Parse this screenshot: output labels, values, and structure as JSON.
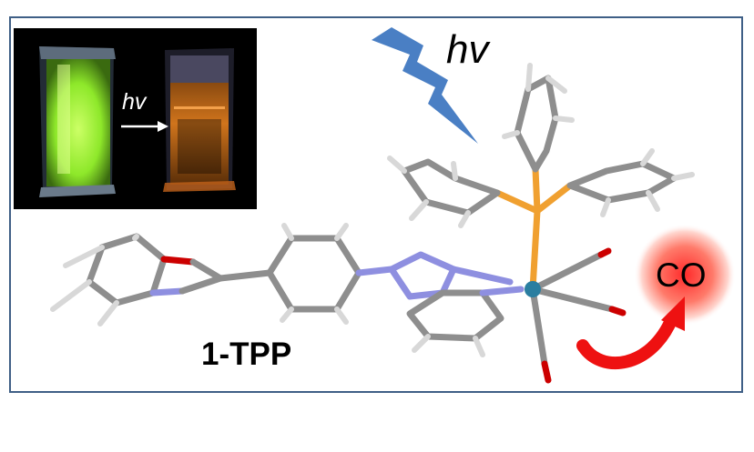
{
  "labels": {
    "photon_main": "hv",
    "photon_inset": "hv",
    "compound_name": "1-TPP",
    "released_gas": "CO"
  },
  "colors": {
    "frame_border": "#3f5f86",
    "lightning": "#4a7fc4",
    "carbon": "#8e8e8e",
    "hydrogen": "#d8d8d8",
    "nitrogen": "#8e8fe0",
    "oxygen": "#cc0000",
    "phosphorus": "#f0a030",
    "metal": "#2a7ea0",
    "co_glow": "#ff3a3a",
    "release_arrow": "#ee1111",
    "vial_glow_before": "#9dff2a",
    "vial_glow_after": "#e07a18"
  },
  "icons": {
    "photon": "lightning-bolt-icon",
    "release": "curved-arrow-icon"
  }
}
